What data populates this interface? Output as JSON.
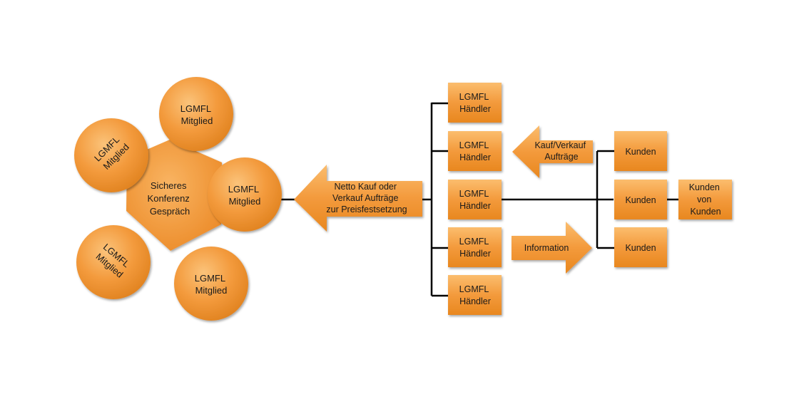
{
  "colors": {
    "orange": "#f39a3c",
    "orange_light": "#f9b96a",
    "orange_dark": "#d97a18",
    "line": "#000000"
  },
  "hub": {
    "lines": [
      "Sicheres",
      "Konferenz",
      "Gespräch"
    ]
  },
  "members": [
    {
      "lines": [
        "LGMFL",
        "Mitglied"
      ]
    },
    {
      "lines": [
        "LGMFL",
        "Mitglied"
      ]
    },
    {
      "lines": [
        "LGMFL",
        "Mitglied"
      ]
    },
    {
      "lines": [
        "LGMFL",
        "Mitglied"
      ]
    },
    {
      "lines": [
        "LGMFL",
        "Mitglied"
      ]
    }
  ],
  "arrows": {
    "netto": {
      "lines": [
        "Netto Kauf  oder",
        "Verkauf Aufträge",
        "zur Preisfestsetzung"
      ]
    },
    "kauf_verkauf": {
      "lines": [
        "Kauf/Verkauf",
        "Aufträge"
      ]
    },
    "information": {
      "lines": [
        "Information"
      ]
    }
  },
  "dealers": [
    {
      "lines": [
        "LGMFL",
        "Händler"
      ]
    },
    {
      "lines": [
        "LGMFL",
        "Händler"
      ]
    },
    {
      "lines": [
        "LGMFL",
        "Händler"
      ]
    },
    {
      "lines": [
        "LGMFL",
        "Händler"
      ]
    },
    {
      "lines": [
        "LGMFL",
        "Händler"
      ]
    }
  ],
  "customers": [
    {
      "lines": [
        "Kunden"
      ]
    },
    {
      "lines": [
        "Kunden"
      ]
    },
    {
      "lines": [
        "Kunden"
      ]
    }
  ],
  "customers_of_customers": {
    "lines": [
      "Kunden",
      "von",
      "Kunden"
    ]
  }
}
